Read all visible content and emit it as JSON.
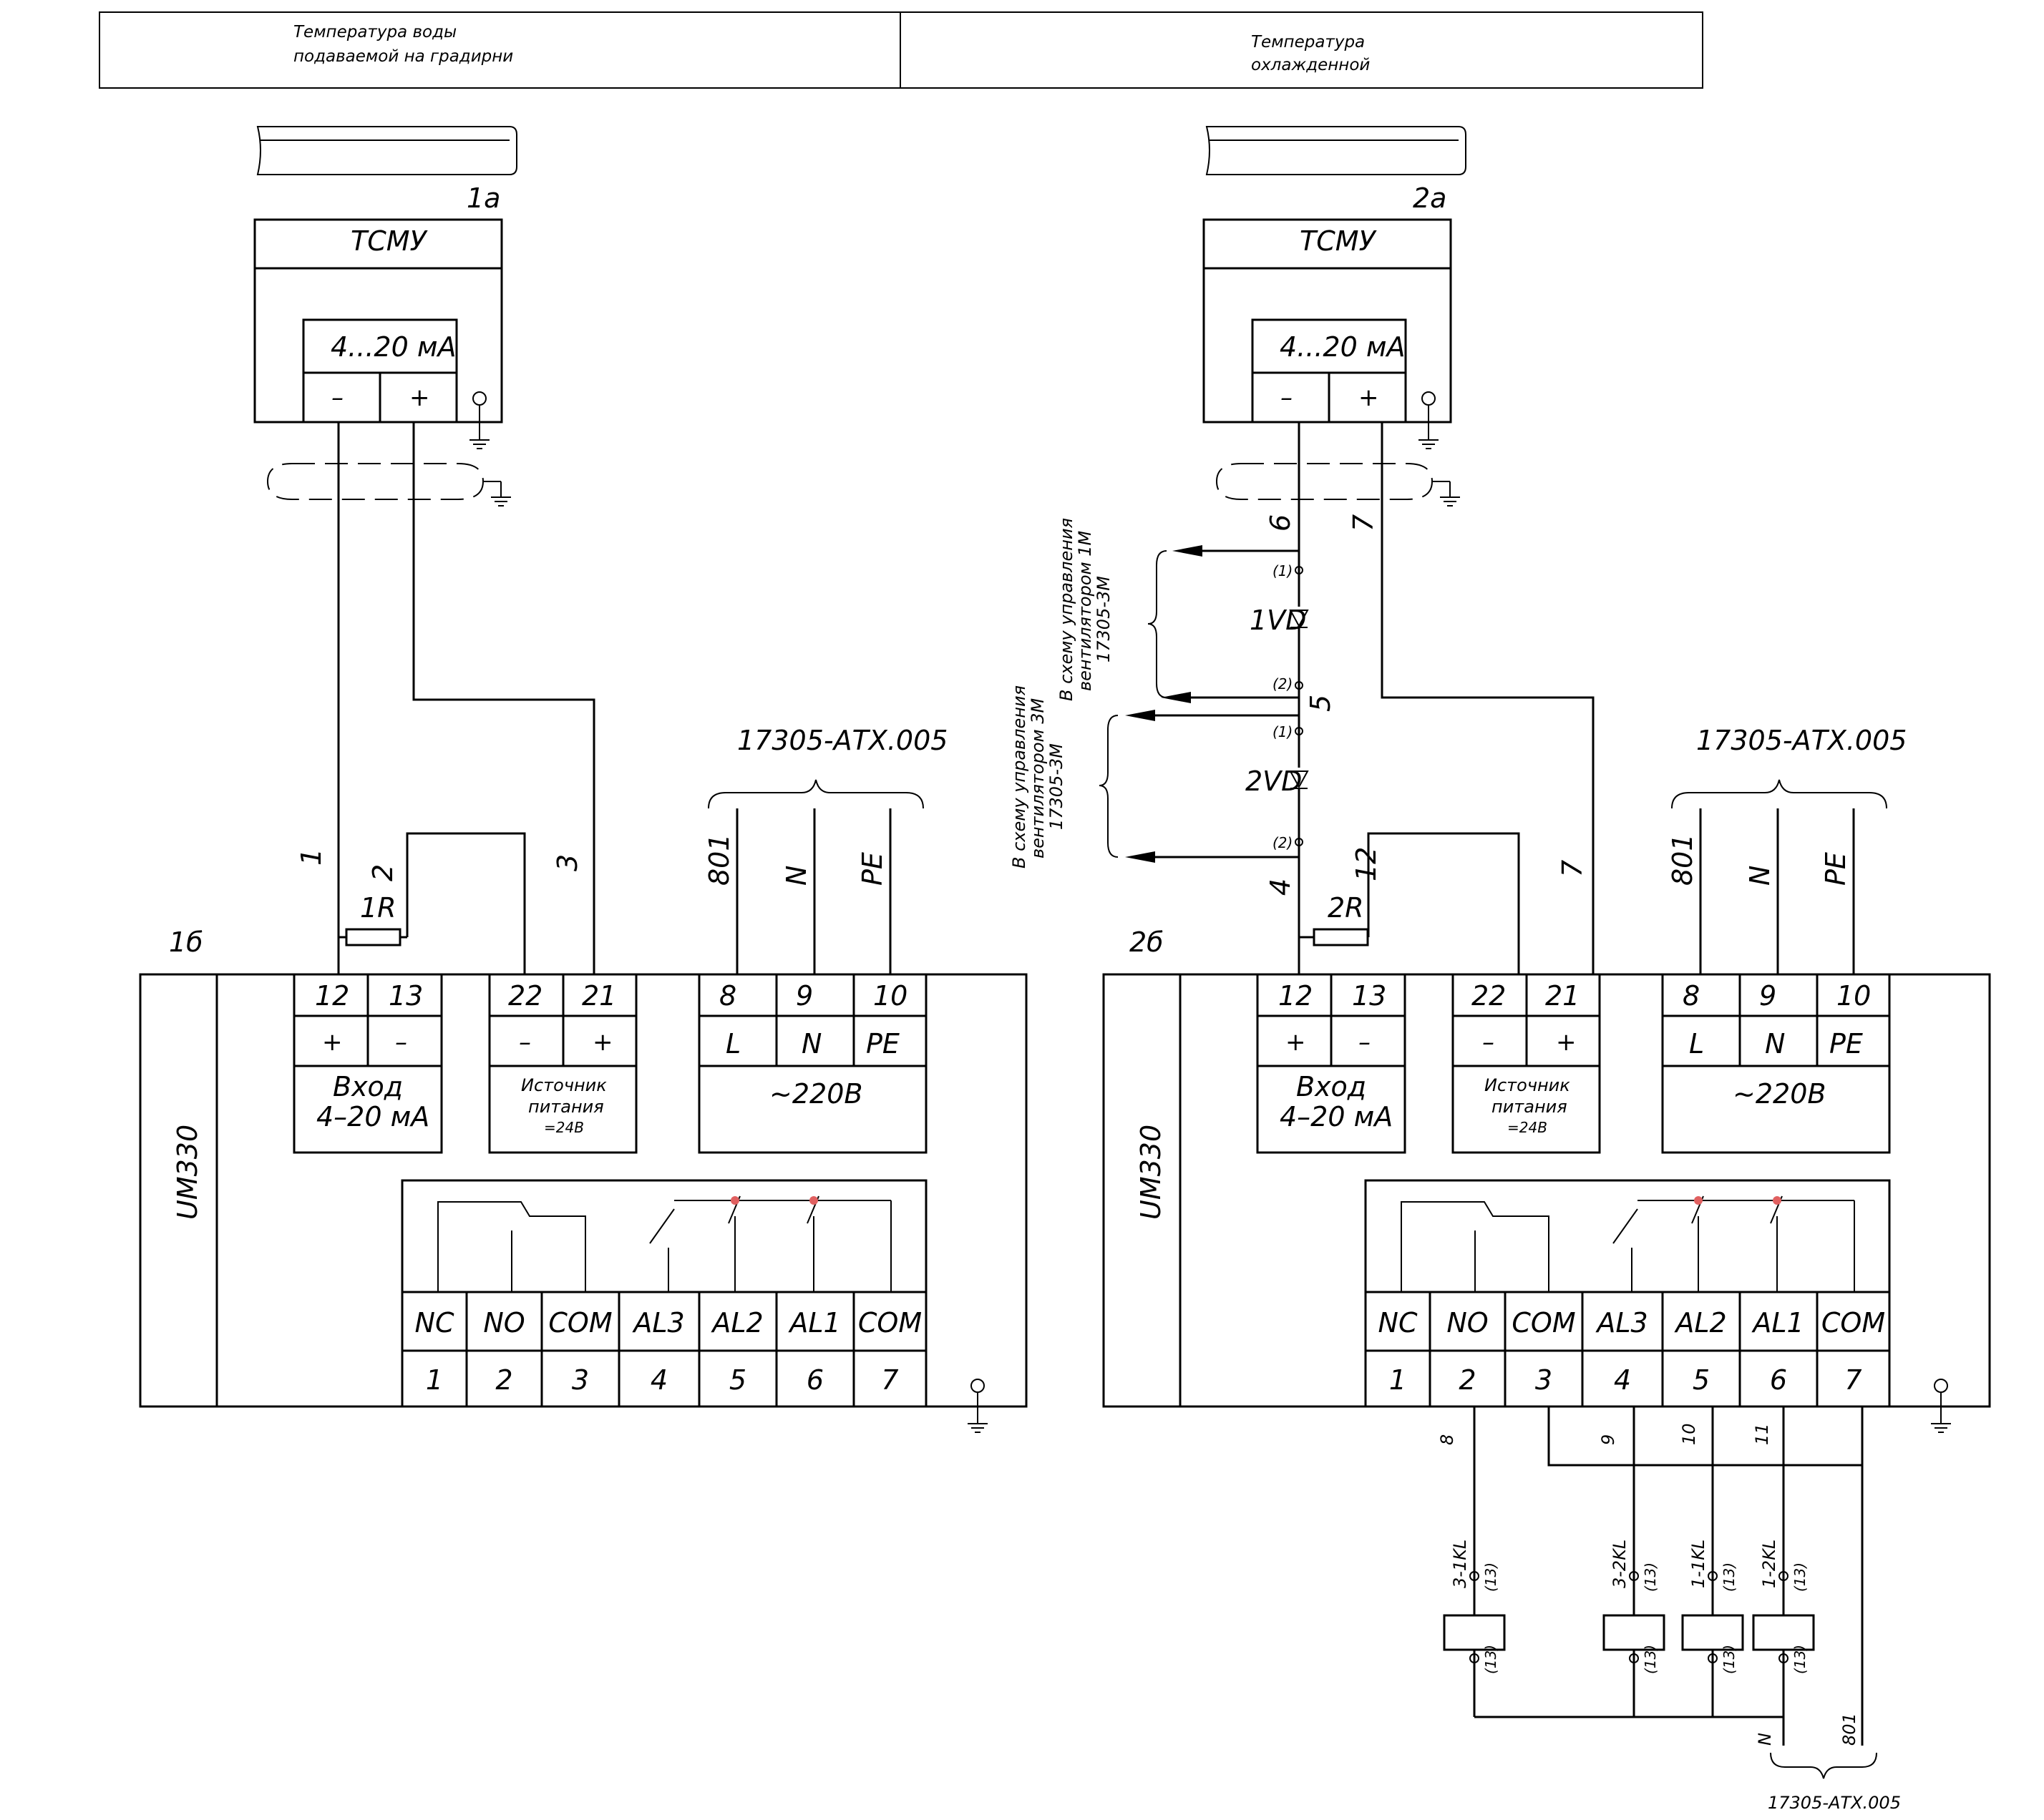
{
  "header": {
    "left_line1": "Температура воды",
    "left_line2": "подаваемой на градирни",
    "right_line1": "Температура",
    "right_line2": "охлажденной"
  },
  "left": {
    "pos_sensor": "1а",
    "pos_meter": "1б",
    "resistor": "1R",
    "wire_a": "1",
    "wire_b": "2",
    "wire_c": "3"
  },
  "right": {
    "pos_sensor": "2а",
    "pos_meter": "2б",
    "resistor": "2R",
    "wire_a": "4",
    "wire_b": "12",
    "wire_c": "7",
    "wire_top_a": "6",
    "wire_top_b": "7",
    "wire_mid": "5",
    "diode1": "1VD",
    "diode2": "2VD",
    "pin1": "(1)",
    "pin2": "(2)",
    "note1_l1": "В схему управления",
    "note1_l2": "вентилятором 1М",
    "note1_l3": "17305-3М",
    "note2_l1": "В схему управления",
    "note2_l2": "вентилятором 3М",
    "note2_l3": "17305-3М",
    "relay_wires": [
      "8",
      "9",
      "10",
      "11"
    ],
    "relays": [
      "3-1KL",
      "3-2KL",
      "1-1KL",
      "1-2KL"
    ],
    "relay_pin": "(13)",
    "bus_n": "N",
    "bus_801": "801",
    "bottom_ref": "17305-АТХ.005"
  },
  "sensor": {
    "name": "ТСМУ",
    "signal": "4...20 мА",
    "minus": "–",
    "plus": "+"
  },
  "meter": {
    "name": "UM330",
    "in_t1": "12",
    "in_t2": "13",
    "in_plus": "+",
    "in_minus": "–",
    "in_label1": "Вход",
    "in_label2": "4–20 мА",
    "ps_t1": "22",
    "ps_t2": "21",
    "ps_minus": "–",
    "ps_plus": "+",
    "ps_label1": "Источник",
    "ps_label2": "питания",
    "ps_label3": "=24В",
    "pw_t1": "8",
    "pw_t2": "9",
    "pw_t3": "10",
    "pw_l": "L",
    "pw_n": "N",
    "pw_pe": "PE",
    "pw_label": "~220В",
    "relay_names": [
      "NC",
      "NO",
      "COM",
      "AL3",
      "AL2",
      "AL1",
      "COM"
    ],
    "relay_nums": [
      "1",
      "2",
      "3",
      "4",
      "5",
      "6",
      "7"
    ]
  },
  "power": {
    "ref": "17305-АТХ.005",
    "w1": "801",
    "w2": "N",
    "w3": "PE"
  },
  "colors": {
    "line": "#000000",
    "alarm_mark": "#e06060"
  }
}
